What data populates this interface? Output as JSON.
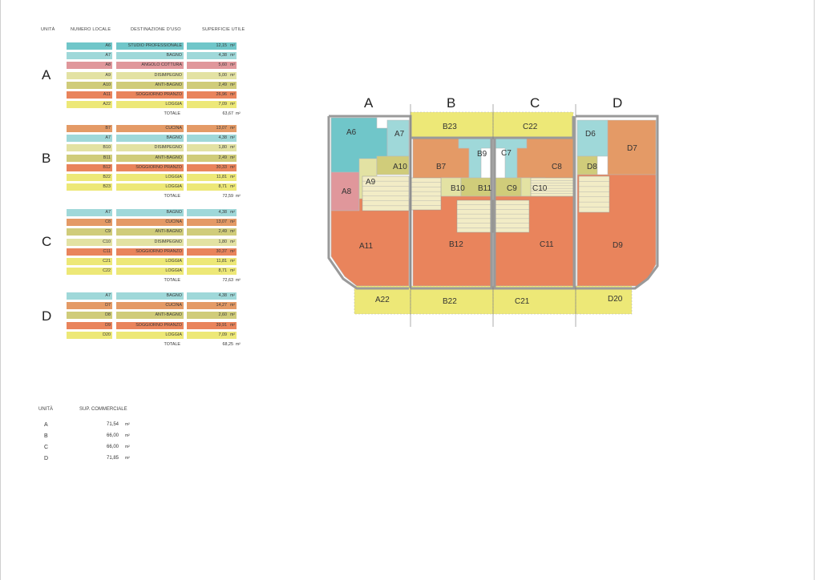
{
  "colors": {
    "teal": "#70c6c9",
    "light_teal": "#9fd8d9",
    "pink": "#e0979b",
    "light_yellow": "#e3e2a3",
    "olive": "#d0cc7a",
    "orange_red": "#e9845c",
    "yellow": "#ede877",
    "orange": "#e49a66",
    "wall": "#9a9a9a",
    "stair": "#f2ecc6"
  },
  "headers": {
    "unit": "UNITÀ",
    "room_number": "NUMERO LOCALE",
    "use": "DESTINAZIONE D'USO",
    "area": "SUPERFICIE UTILE"
  },
  "area_unit": "m²",
  "total_label": "TOTALE",
  "units": [
    {
      "letter": "A",
      "rows": [
        {
          "code": "A6",
          "use": "STUDIO PROFESSIONALE",
          "area": "12,15",
          "color": "teal"
        },
        {
          "code": "A7",
          "use": "BAGNO",
          "area": "4,38",
          "color": "light_teal"
        },
        {
          "code": "A8",
          "use": "ANGOLO COTTURA",
          "area": "5,60",
          "color": "pink"
        },
        {
          "code": "A9",
          "use": "DISIMPEGNO",
          "area": "5,00",
          "color": "light_yellow"
        },
        {
          "code": "A10",
          "use": "ANTI-BAGNO",
          "area": "2,49",
          "color": "olive"
        },
        {
          "code": "A11",
          "use": "SOGGIORNO PRANZO",
          "area": "26,96",
          "color": "orange_red"
        },
        {
          "code": "A22",
          "use": "LOGGIA",
          "area": "7,09",
          "color": "yellow"
        }
      ],
      "total": "63,67"
    },
    {
      "letter": "B",
      "rows": [
        {
          "code": "B7",
          "use": "CUCINA",
          "area": "13,07",
          "color": "orange"
        },
        {
          "code": "A7",
          "use": "BAGNO",
          "area": "4,38",
          "color": "light_teal"
        },
        {
          "code": "B10",
          "use": "DISIMPEGNO",
          "area": "1,80",
          "color": "light_yellow"
        },
        {
          "code": "B11",
          "use": "ANTI-BAGNO",
          "area": "2,49",
          "color": "olive"
        },
        {
          "code": "B12",
          "use": "SOGGIORNO PRANZO",
          "area": "30,33",
          "color": "orange_red"
        },
        {
          "code": "B22",
          "use": "LOGGIA",
          "area": "11,81",
          "color": "yellow"
        },
        {
          "code": "B23",
          "use": "LOGGIA",
          "area": "8,71",
          "color": "yellow"
        }
      ],
      "total": "72,59"
    },
    {
      "letter": "C",
      "rows": [
        {
          "code": "A7",
          "use": "BAGNO",
          "area": "4,38",
          "color": "light_teal"
        },
        {
          "code": "C8",
          "use": "CUCINA",
          "area": "13,07",
          "color": "orange"
        },
        {
          "code": "C9",
          "use": "ANTI-BAGNO",
          "area": "2,49",
          "color": "olive"
        },
        {
          "code": "C10",
          "use": "DISIMPEGNO",
          "area": "1,80",
          "color": "light_yellow"
        },
        {
          "code": "C11",
          "use": "SOGGIORNO PRANZO",
          "area": "30,37",
          "color": "orange_red"
        },
        {
          "code": "C21",
          "use": "LOGGIA",
          "area": "11,81",
          "color": "yellow"
        },
        {
          "code": "C22",
          "use": "LOGGIA",
          "area": "8,71",
          "color": "yellow"
        }
      ],
      "total": "72,63"
    },
    {
      "letter": "D",
      "rows": [
        {
          "code": "A7",
          "use": "BAGNO",
          "area": "4,38",
          "color": "light_teal"
        },
        {
          "code": "D7",
          "use": "CUCINA",
          "area": "14,27",
          "color": "orange"
        },
        {
          "code": "D8",
          "use": "ANTI-BAGNO",
          "area": "2,60",
          "color": "olive"
        },
        {
          "code": "D9",
          "use": "SOGGIORNO PRANZO",
          "area": "39,91",
          "color": "orange_red"
        },
        {
          "code": "D20",
          "use": "LOGGIA",
          "area": "7,09",
          "color": "yellow"
        }
      ],
      "total": "68,25"
    }
  ],
  "summary": {
    "header_unit": "UNITÀ",
    "header_area": "SUP. COMMERCIALE",
    "rows": [
      {
        "letter": "A",
        "value": "71,54"
      },
      {
        "letter": "B",
        "value": "66,00"
      },
      {
        "letter": "C",
        "value": "66,00"
      },
      {
        "letter": "D",
        "value": "71,85"
      }
    ]
  },
  "plan": {
    "column_labels": [
      "A",
      "B",
      "C",
      "D"
    ],
    "rooms": [
      {
        "id": "A6",
        "color": "teal"
      },
      {
        "id": "A7",
        "color": "light_teal"
      },
      {
        "id": "A8",
        "color": "pink"
      },
      {
        "id": "A9",
        "color": "light_yellow"
      },
      {
        "id": "A10",
        "color": "olive"
      },
      {
        "id": "A11",
        "color": "orange_red"
      },
      {
        "id": "A22",
        "color": "yellow"
      },
      {
        "id": "B23",
        "color": "yellow"
      },
      {
        "id": "B7",
        "color": "orange"
      },
      {
        "id": "B9",
        "color": "light_teal"
      },
      {
        "id": "B10",
        "color": "light_yellow"
      },
      {
        "id": "B11",
        "color": "olive"
      },
      {
        "id": "B12",
        "color": "orange_red"
      },
      {
        "id": "B22",
        "color": "yellow"
      },
      {
        "id": "C22",
        "color": "yellow"
      },
      {
        "id": "C7",
        "color": "light_teal"
      },
      {
        "id": "C8",
        "color": "orange"
      },
      {
        "id": "C9",
        "color": "olive"
      },
      {
        "id": "C10",
        "color": "light_yellow"
      },
      {
        "id": "C11",
        "color": "orange_red"
      },
      {
        "id": "C21",
        "color": "yellow"
      },
      {
        "id": "D6",
        "color": "light_teal"
      },
      {
        "id": "D7",
        "color": "orange"
      },
      {
        "id": "D8",
        "color": "olive"
      },
      {
        "id": "D9",
        "color": "orange_red"
      },
      {
        "id": "D20",
        "color": "yellow"
      }
    ]
  }
}
